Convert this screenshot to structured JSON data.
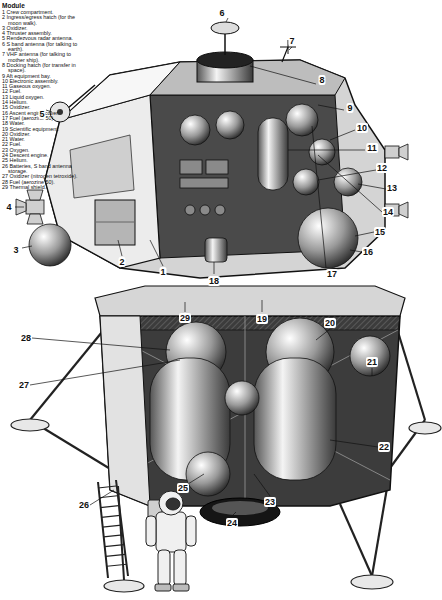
{
  "diagram": {
    "title": "Module",
    "labels": [
      "1 Crew compartment.",
      "2 Ingress/egress hatch (for the moon walk).",
      "3 Oxidizer.",
      "4 Thruster assembly.",
      "5 Rendezvous radar antenna.",
      "6 S band antenna (for talking to earth).",
      "7 VHF antenna (for talking to mother ship).",
      "8 Docking hatch (for transfer in space).",
      "9 Aft equipment bay.",
      "10 Electronic assembly.",
      "11 Gaseous oxygen.",
      "12 Fuel.",
      "13 Liquid oxygen.",
      "14 Helium.",
      "15 Oxidizer.",
      "16 Ascent engine cover.",
      "17 Fuel (aerozine 50).",
      "18 Water.",
      "19 Scientific equipment.",
      "20 Oxidizer.",
      "21 Water.",
      "22 Fuel.",
      "23 Oxygen.",
      "24 Descent engine.",
      "25 Helium.",
      "26 Batteries, S band antenna storage.",
      "27 Oxidizer (nitrogen tetroxide).",
      "28 Fuel (aerozine 50).",
      "29 Thermal shield.",
      "1",
      "2",
      "3",
      "4",
      "5",
      "6",
      "7",
      "8",
      "9",
      "10",
      "11",
      "12",
      "13",
      "14",
      "15",
      "16",
      "17",
      "18",
      "19",
      "20",
      "21",
      "22",
      "23",
      "24",
      "25",
      "26",
      "27",
      "28",
      "29"
    ]
  }
}
